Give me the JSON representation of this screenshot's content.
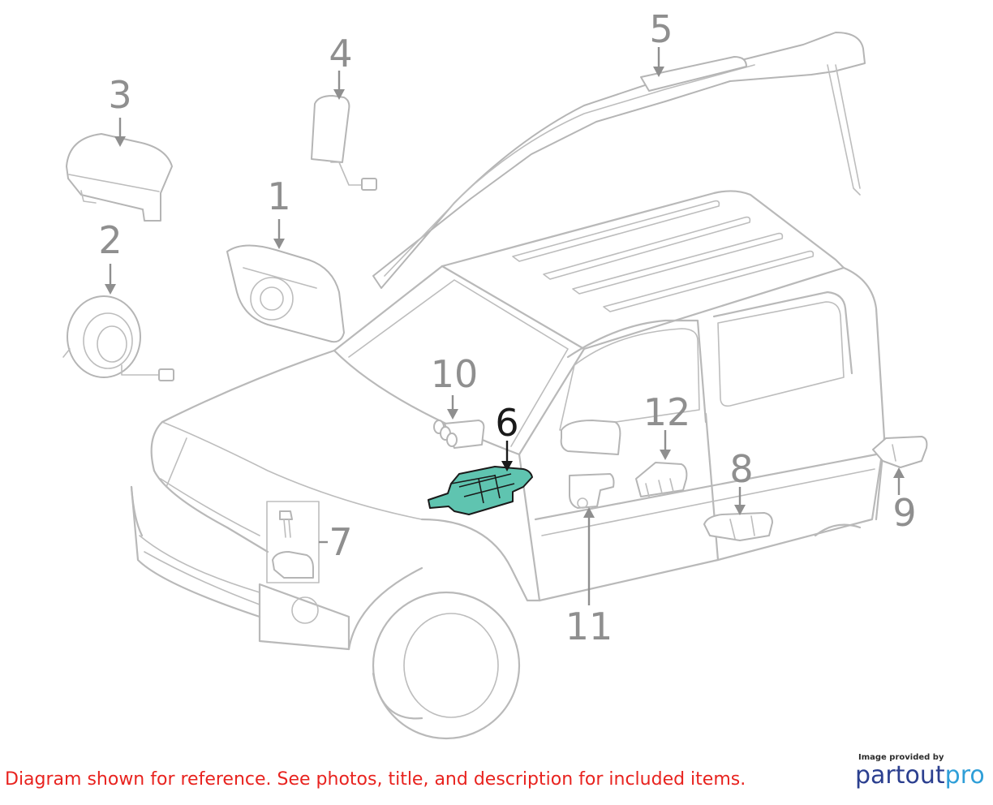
{
  "callouts": [
    {
      "number": "1",
      "highlighted": false
    },
    {
      "number": "2",
      "highlighted": false
    },
    {
      "number": "3",
      "highlighted": false
    },
    {
      "number": "4",
      "highlighted": false
    },
    {
      "number": "5",
      "highlighted": false
    },
    {
      "number": "6",
      "highlighted": true
    },
    {
      "number": "7",
      "highlighted": false
    },
    {
      "number": "8",
      "highlighted": false
    },
    {
      "number": "9",
      "highlighted": false
    },
    {
      "number": "10",
      "highlighted": false
    },
    {
      "number": "11",
      "highlighted": false
    },
    {
      "number": "12",
      "highlighted": false
    }
  ],
  "colors": {
    "highlight_fill": "#5fc4b0",
    "line_gray": "#b9b9b9",
    "callout_gray": "#8f8f8f",
    "disclaimer_red": "#e8231f",
    "logo_dark_blue": "#2b3f8f",
    "logo_light_blue": "#2f9fd8"
  },
  "disclaimer": "Diagram shown for reference. See photos, title, and description for included items.",
  "credit": {
    "small_text": "Image provided by",
    "logo_part1": "partout",
    "logo_part2": "pro"
  }
}
